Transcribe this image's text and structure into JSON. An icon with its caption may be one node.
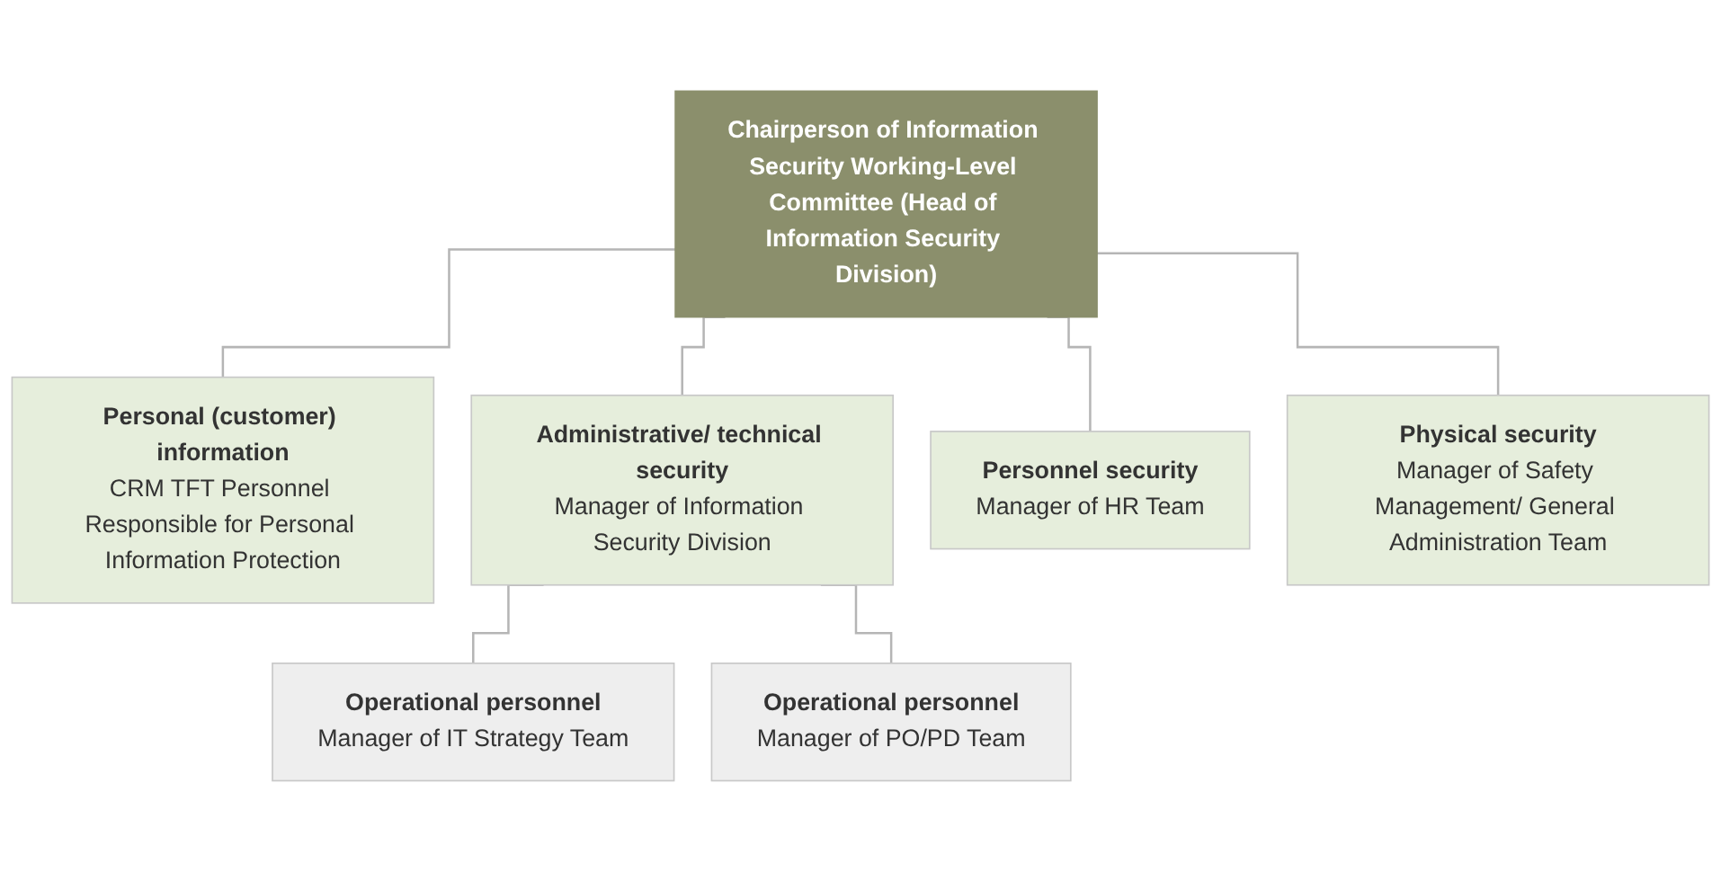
{
  "diagram": {
    "nodes": [
      {
        "text": [
          "Chairperson of Information Security Working-Level Committee (Head of Information Security Division)"
        ]
      },
      {
        "text": [
          "Personal (customer) information",
          "CRM TFT Personnel Responsible for Personal Information Protection"
        ]
      },
      {
        "text": [
          "Administrative/ technical security",
          "Manager of Information Security Division"
        ]
      },
      {
        "text": [
          "Personnel security",
          "Manager of HR Team"
        ]
      },
      {
        "text": [
          "Physical security",
          "Manager of Safety Management/ General Administration Team"
        ]
      },
      {
        "text": [
          "Operational personnel",
          "Manager of IT Strategy Team"
        ]
      },
      {
        "text": [
          "Operational personnel",
          "Manager of PO/PD Team"
        ]
      }
    ],
    "edges": [
      {
        "from": 0,
        "to": 1,
        "arrow": "none"
      },
      {
        "from": 0,
        "to": 2,
        "arrow": "none"
      },
      {
        "from": 0,
        "to": 3,
        "arrow": "none"
      },
      {
        "from": 0,
        "to": 4,
        "arrow": "none"
      },
      {
        "from": 2,
        "to": 5,
        "arrow": "none"
      },
      {
        "from": 2,
        "to": 6,
        "arrow": "none"
      }
    ]
  }
}
